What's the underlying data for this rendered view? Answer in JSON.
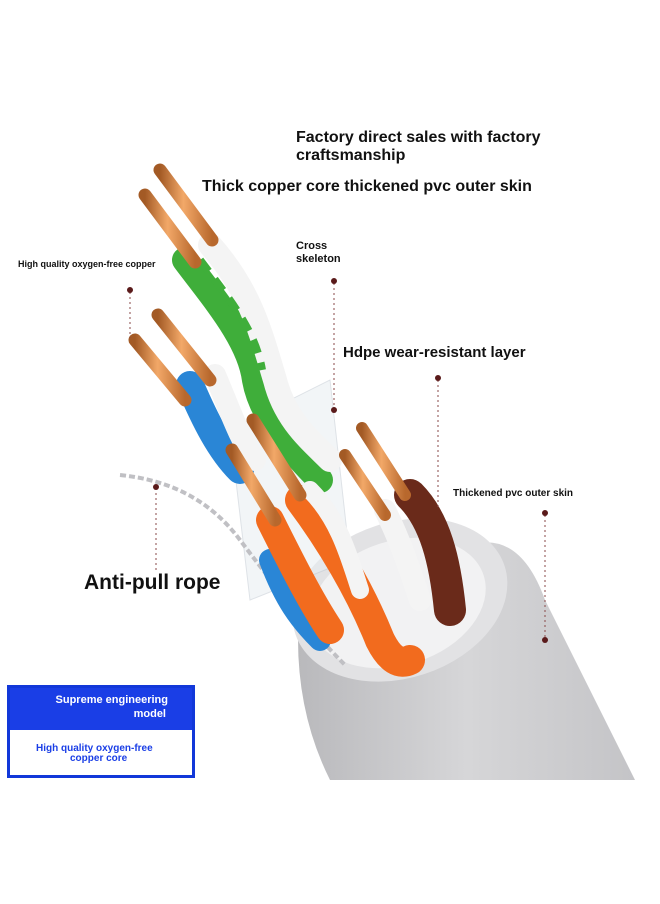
{
  "headline": {
    "line1": "Factory direct sales with factory",
    "line2": "craftsmanship"
  },
  "labels": {
    "thick_copper": "Thick copper core thickened pvc outer skin",
    "copper_quality": "High quality oxygen-free copper",
    "cross_line1": "Cross",
    "cross_line2": "skeleton",
    "hdpe": "Hdpe wear-resistant layer",
    "pvc_skin": "Thickened pvc outer skin",
    "anti_pull": "Anti-pull rope"
  },
  "model_box": {
    "title_line1": "Supreme engineering",
    "title_line2": "model",
    "sub_line1": "High quality oxygen-free",
    "sub_line2": "copper core"
  },
  "colors": {
    "accent_blue": "#1a3ee6",
    "copper": "#d98a4a",
    "green_wire": "#3fae3a",
    "blue_wire": "#2a86d6",
    "orange_wire": "#f26b1e",
    "brown_wire": "#6a2a1a",
    "jacket_gray": "#c9c9cc",
    "marker": "#5a1a1a"
  }
}
